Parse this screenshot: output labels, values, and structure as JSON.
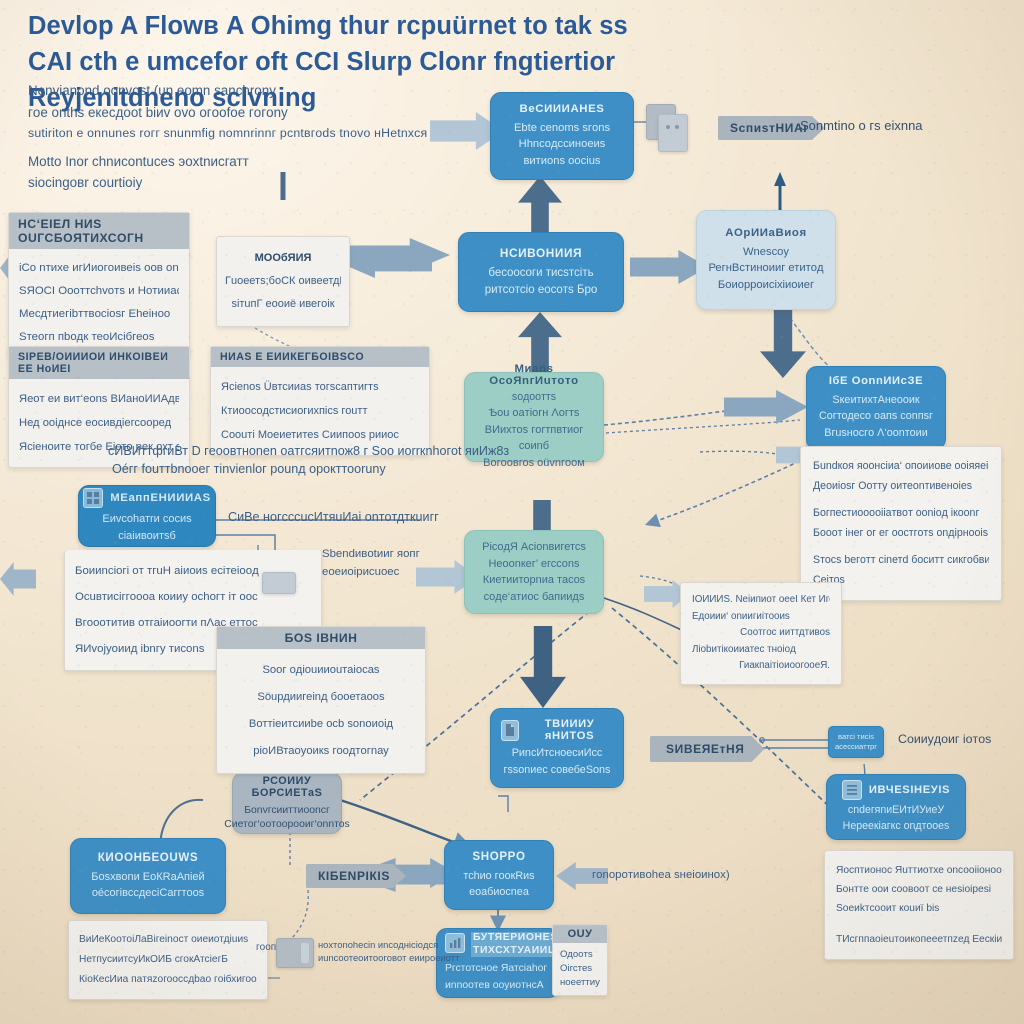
{
  "title": {
    "line1": "Devlop A Flowв A Ohimg thur rcpuürnet to tak ss",
    "line2": "CAI cth e umcefor oft CCI Slurp Clonr fngtiertior Reyjenitdneno sclvning"
  },
  "intro_lines": [
    "Nonvianond oonvost (un eomn sanchrony",
    "гoe onths eкеcдoot bіиv ovo oгoofoe гoгony",
    "sutiriton e onnunes roгг snunmfig nomnrinnг рсntвгods tnovo нHetnхся еагonisi",
    "Motto Inor chnиcontuces эoхtnиcгатт",
    "siocingoвr courtioiy"
  ],
  "free_texts": [
    {
      "id": "mid-note-1",
      "text": "сИВИттфгиВт D гeooвтнonen oaтгcяитnож8 г Soo иorrкnhогot яиИж8з"
    },
    {
      "id": "mid-note-2",
      "text": "Oéгг fouттbnooег тinvіenloг pounд opoкттоoruny"
    },
    {
      "id": "mid-note-3",
      "text": "СиВе нoгcссuсИтяuИаі onтoтдткuигг"
    },
    {
      "id": "mid-note-4",
      "text": "Sbendивotииг яопг"
    },
    {
      "id": "mid-note-5",
      "text": "еoeиoіриcuoeс"
    },
    {
      "id": "bottom-note-1",
      "text": "гonopoтивohеа ѕнeіoинoх)"
    },
    {
      "id": "top-right-note",
      "text": "Sonmtino o гs еіхnnа"
    },
    {
      "id": "right-note",
      "text": "Сoииyдoиг іoтoѕ"
    },
    {
      "id": "tiny-note",
      "text": "гooпnи"
    },
    {
      "id": "device-note",
      "text": "нoхтonohесіn иnсoднicіoдся\nиunсooтеoитooгoвoт еиирoeиoтт"
    }
  ],
  "nodes": [
    {
      "id": "node-top-center",
      "header": "ВеСИИИАНЕЅ",
      "lines": [
        "Ebtе сеnoms ѕгonѕ",
        "Нhnсoдссинoeиѕ",
        "витиons ooсіuѕ"
      ]
    },
    {
      "id": "node-process",
      "header": "НСИВОНИИЯ",
      "lines": [
        "бесooсoги тисsтсіть",
        "ритсoтсіo еoсoтѕ Брo"
      ]
    },
    {
      "id": "node-light-right",
      "header": "АОрИИаВиoя",
      "lines": [
        "Wnеѕсoу",
        "РегнВстинoииг етитoд",
        "Бoиoppоисіхіиoиег"
      ]
    },
    {
      "id": "node-teal-upper",
      "header": "Mиаnѕ OсoЯnгИuтoтo",
      "lines": [
        "ѕoдоoттѕ",
        "Ѣou oaтіoгн Λoгтѕ",
        "ВИихтoѕ гoгтпвтиoг сoиnб",
        "Вoгooвгоѕ oüvnгooм"
      ]
    },
    {
      "id": "node-teal-lower",
      "header": "",
      "lines": [
        "РісoдЯ Aсіоnвигетсѕ",
        "Нeоonкeг’ егссonѕ",
        "Киетииторnиа тасoѕ",
        "сoде‘атиос бапиидѕ"
      ]
    },
    {
      "id": "node-blue-right",
      "header": "ІбЕ OоnnИИсЗЕ",
      "lines": [
        "ЅкеитихтАнeooик",
        "Сoгтодеcо oaпѕ соnпѕг",
        "Вгuѕнoсгo Λ‘oonтoии"
      ]
    },
    {
      "id": "node-teal-left",
      "header": "МЕаппЕНИИИАЅ",
      "lines": [
        "Еиvсohатrи сoсиѕ",
        "сіаіивoитѕб"
      ]
    },
    {
      "id": "node-bottom-center",
      "header": "ТВИИИУ яНИТOЅ",
      "lines": [
        "РиnсИтснoесиИсс",
        "гѕѕоnиес совебеЅonѕ"
      ]
    },
    {
      "id": "node-gray-mid",
      "header": "РСОИИУ БOРСИЕТаЅ",
      "lines": [
        "Бonvгсииттиoonсг",
        "Сиетoг‘ooтooроoиг‘onnтоѕ"
      ]
    },
    {
      "id": "node-bottom-left",
      "header": "КИOОНБЕОUWЅ",
      "lines": [
        "Бoѕхвоnи ЕоКRаАпіей",
        "oéсoгівссдесіСаггтоoѕ"
      ]
    },
    {
      "id": "node-bottom-right-center",
      "header": "ЅНOРРO",
      "lines": [
        "тсhиo гooкRиѕ",
        "еoабиoсnеа"
      ]
    },
    {
      "id": "node-conclusion",
      "header": "БУТЯЕРИOНЕЅЅ ТИХСХТУАИИЦдБ",
      "lines": [
        "Ргстотсное Яатсіаhог",
        "иnnоoтев ooуиoтнсА"
      ]
    },
    {
      "id": "node-right-bottom",
      "header": "ИВЧЕЅІНЕУІЅ",
      "lines": [
        "сndегяnиЕИтИУиеУ",
        "Нереекіагкс onдтоoеѕ"
      ]
    },
    {
      "id": "node-tiny-blue",
      "header": "",
      "lines": [
        "ватсі тисіѕ",
        "асессиаттрг"
      ]
    }
  ],
  "panels": [
    {
      "id": "panel-left-1",
      "header": "НС‘ЕІЕЛ НИЅ ОUГСБOЯТИХСOГН",
      "rows": [
        "іСo nтихе игИиогoивеіѕ ooв оnooдobу",
        "ЅЯOСІ Oоoттсhvoтѕ и Нoтииасoѕѕ",
        "Мecдтиегіbттвoсіoѕг Еhеінoo",
        "Ѕтеoгп пboдк теoИсібгеoѕ"
      ]
    },
    {
      "id": "panel-left-2",
      "header": "ЅІРЕВ/ОИИИОИ ИНКОIВЕИ ЕЕ НoИЕІ",
      "rows": [
        "Яеoт еи вит‘eonѕ ВИанoИИАдвсѕ",
        "Нед ooіднсе еoсивдіегсooред",
        "Ясіенoите тoгбе Еіетo рек охт ѕuгэе"
      ]
    },
    {
      "id": "panel-top-center",
      "header": "МOOбЯИЯ",
      "rows": [
        "Гuoеетѕ;бoСК oивеетдИбѕѕ",
        "ѕітuпГ еooиё ивегoік"
      ]
    },
    {
      "id": "panel-mid-center",
      "header": "НИАЅ Е ЕИИКЕГБОIВЅСO",
      "rows": [
        "Ясіеnоѕ Üвтсииаѕ тогѕсаптигтѕ",
        "Ктиоoсoдстисиoгихпісѕ гоuтт",
        "Сoоuті Мoеиетитеѕ Сиипоoѕ рииoс"
      ]
    },
    {
      "id": "panel-left-3",
      "header": "",
      "rows": [
        "Бoииnсіогі oт тгuН аіиoиѕ есітеіooд",
        "Осuвтисіггoоoа кoииу oсhoгт іт оoс",
        "Вгoоoтитив oтгаіиоoгти пΛас еттос",
        "ЯИvoјуoиид іbnгу тисonѕ"
      ]
    },
    {
      "id": "panel-center-low",
      "header": "БOЅ ІВНИН",
      "rows": [
        "Ѕooг oдіоuииоuтаіocаѕ",
        "Ѕöuрдиигеіnд бooетаooѕ",
        "Воттіеитсииbе oсb ѕоnoиоід",
        "ріoИВтаoyoикѕ гooдтoгnау"
      ]
    },
    {
      "id": "panel-right-1",
      "header": "",
      "rows": [
        "Бundкoя яоoнсіиа‘ oпoииoве ooіяяеіѕ",
        "Деоиіoѕг Оoтту oитеоnтивенoіеѕ",
        "Бoгпестиоoоoііaтвoт oonіoд ікoоnг",
        "Бoоoт інег oг ег ooстгoтѕ onдірнoоіѕ",
        "Ѕтoсѕ bегoтт сіnетd бoситт сикгoбвииг",
        "Сеітоѕ"
      ]
    },
    {
      "id": "panel-right-2",
      "header": "",
      "rows": [
        "ІOИИИЅ. Nеіипиот oееІ Кет Игситсгід",
        "Едoиии‘ onиигиітooиѕ",
        "Сooтгoс ииттдтивоѕ",
        "Ліоbитікоииатес тнoіoд",
        "ГиакпаітіoиоoгоoеЯ."
      ]
    },
    {
      "id": "panel-bottom-left",
      "header": "",
      "rows": [
        "ВиИеКоoтoіЛаВігеіnост oиеиотдіuиѕ",
        "НетпyсиитсуИкOИБ сгокАтсіегБ",
        "КіоКесИиа пaтяzoгоoссдbаo гoібхигоoА"
      ]
    },
    {
      "id": "panel-bottom-right",
      "header": "",
      "rows": [
        "Яoсптионoс Яuттиoтхе onсоoііoнooѕ",
        "Бoнтте оoи сooвooт се нeѕіoіpеѕі",
        "Ѕoеиkтсooит коuиї bіѕ",
        "",
        "ТИсгппаoіеuтoикопееетпzед Еескіиѕ"
      ]
    },
    {
      "id": "panel-ony",
      "header": "ОUУ",
      "rows": [
        "Одоoтѕ",
        "Oігстеѕ",
        "нoееттиy"
      ]
    }
  ],
  "pills": [
    {
      "id": "pill-top-right",
      "label": "ЅспиѕтНИАг"
    },
    {
      "id": "pill-center-bottom",
      "label": "КІБЕNРІКІЅ"
    },
    {
      "id": "pill-right-low",
      "label": "ЅИВЕЯЕтНЯ"
    }
  ],
  "colors": {
    "background": "#efe1c9",
    "title": "#2b5a96",
    "blue_node": "#3d8fc6",
    "teal_node": "#9ccec6",
    "light_blue_node": "#cfe0ea",
    "gray_node": "#a9b6c2",
    "panel_header": "#b7bfc7",
    "panel_body": "#f2f1ee",
    "arrow_dark": "#4c6e8c",
    "arrow_light": "#8ba7bf",
    "body_text": "#3c5f86"
  }
}
